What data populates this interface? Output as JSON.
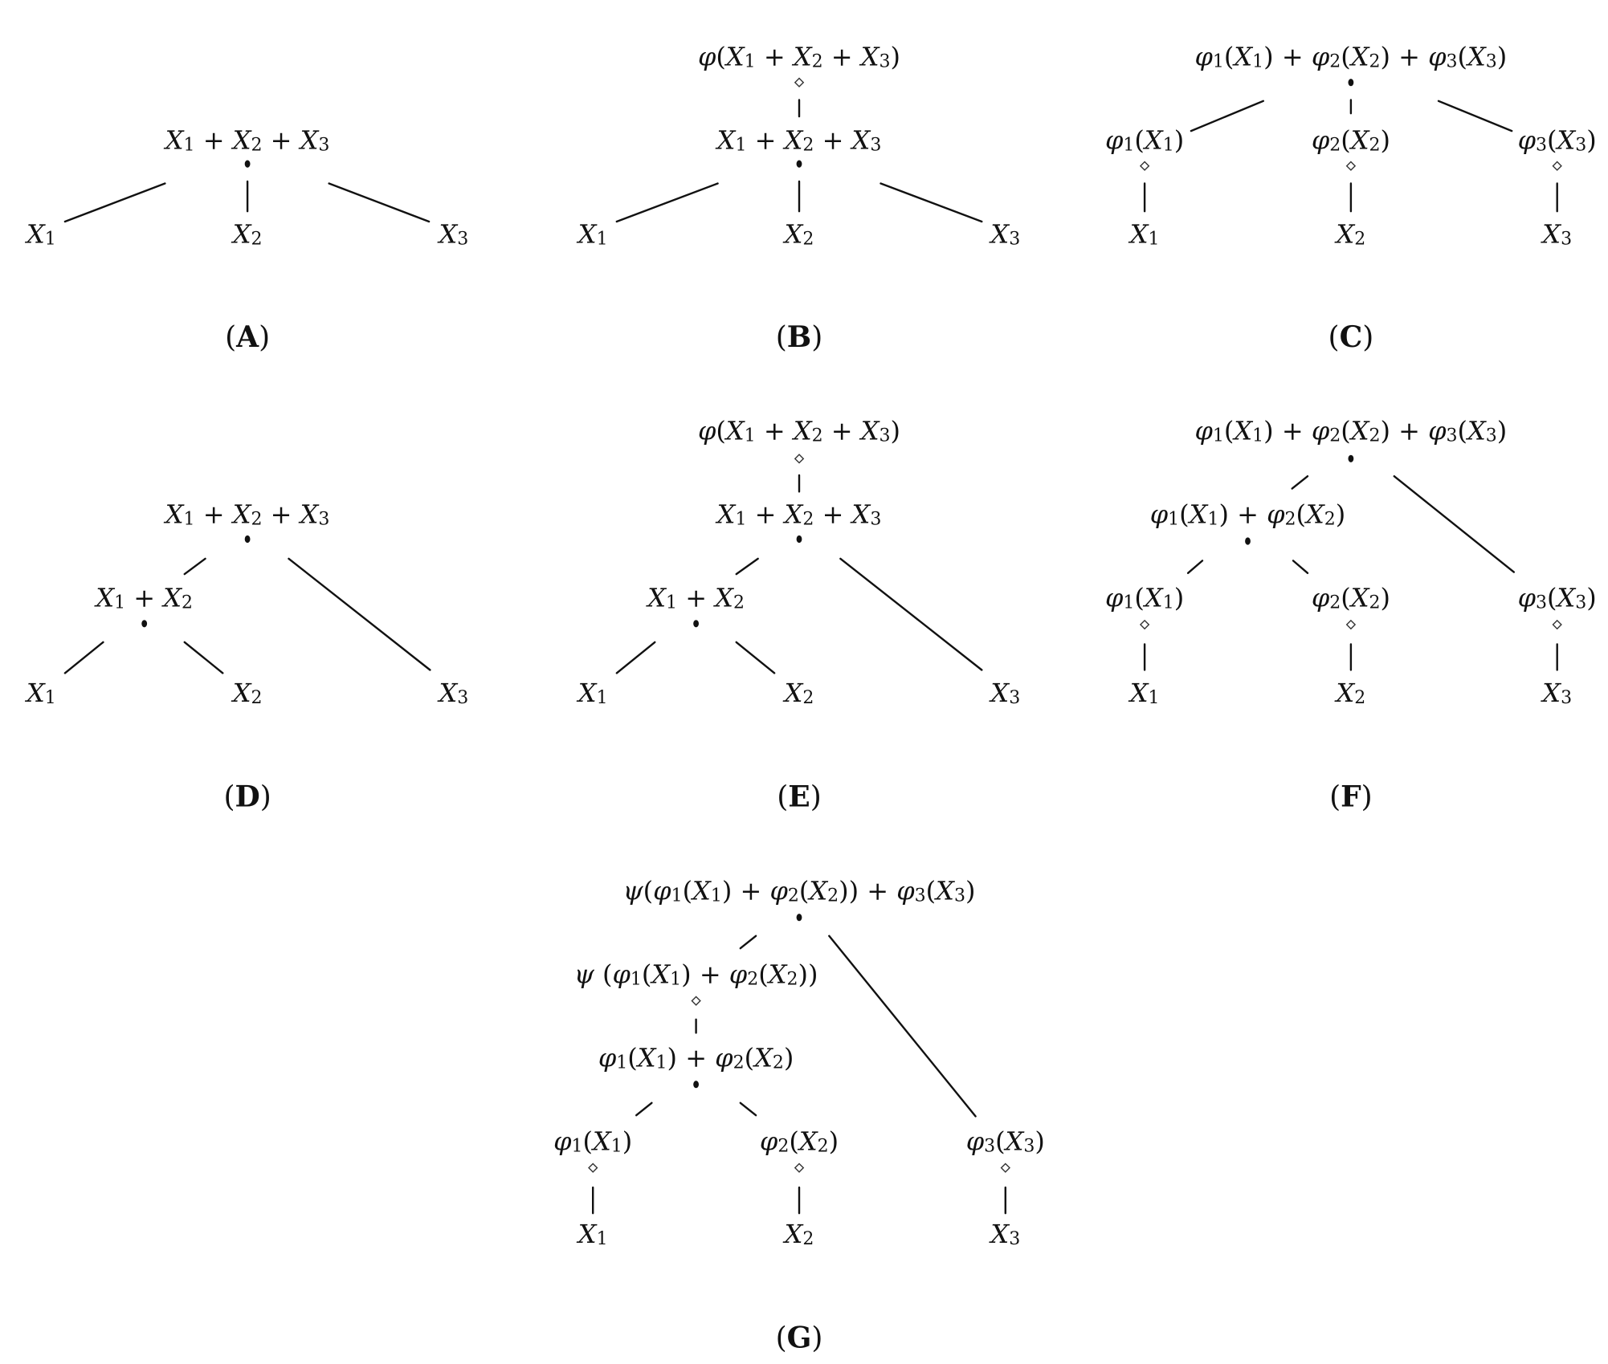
{
  "panels": [
    {
      "label": "A",
      "nodes": [
        {
          "id": "s",
          "text": "X_1 + X_2 + X_3",
          "marker": "sum"
        },
        {
          "id": "x1",
          "text": "X_1",
          "marker": "none"
        },
        {
          "id": "x2",
          "text": "X_2",
          "marker": "none"
        },
        {
          "id": "x3",
          "text": "X_3",
          "marker": "none"
        }
      ],
      "edges": [
        [
          "s",
          "x1"
        ],
        [
          "s",
          "x2"
        ],
        [
          "s",
          "x3"
        ]
      ]
    },
    {
      "label": "B",
      "nodes": [
        {
          "id": "f",
          "text": "φ(X_1 + X_2 + X_3)",
          "marker": "function"
        },
        {
          "id": "s",
          "text": "X_1 + X_2 + X_3",
          "marker": "sum"
        },
        {
          "id": "x1",
          "text": "X_1",
          "marker": "none"
        },
        {
          "id": "x2",
          "text": "X_2",
          "marker": "none"
        },
        {
          "id": "x3",
          "text": "X_3",
          "marker": "none"
        }
      ],
      "edges": [
        [
          "f",
          "s"
        ],
        [
          "s",
          "x1"
        ],
        [
          "s",
          "x2"
        ],
        [
          "s",
          "x3"
        ]
      ]
    },
    {
      "label": "C",
      "nodes": [
        {
          "id": "s",
          "text": "φ_1(X_1) + φ_2(X_2) + φ_3(X_3)",
          "marker": "sum"
        },
        {
          "id": "f1",
          "text": "φ_1(X_1)",
          "marker": "function"
        },
        {
          "id": "f2",
          "text": "φ_2(X_2)",
          "marker": "function"
        },
        {
          "id": "f3",
          "text": "φ_3(X_3)",
          "marker": "function"
        },
        {
          "id": "x1",
          "text": "X_1",
          "marker": "none"
        },
        {
          "id": "x2",
          "text": "X_2",
          "marker": "none"
        },
        {
          "id": "x3",
          "text": "X_3",
          "marker": "none"
        }
      ],
      "edges": [
        [
          "s",
          "f1"
        ],
        [
          "s",
          "f2"
        ],
        [
          "s",
          "f3"
        ],
        [
          "f1",
          "x1"
        ],
        [
          "f2",
          "x2"
        ],
        [
          "f3",
          "x3"
        ]
      ]
    },
    {
      "label": "D",
      "nodes": [
        {
          "id": "s",
          "text": "X_1 + X_2 + X_3",
          "marker": "sum"
        },
        {
          "id": "s12",
          "text": "X_1 + X_2",
          "marker": "sum"
        },
        {
          "id": "x1",
          "text": "X_1",
          "marker": "none"
        },
        {
          "id": "x2",
          "text": "X_2",
          "marker": "none"
        },
        {
          "id": "x3",
          "text": "X_3",
          "marker": "none"
        }
      ],
      "edges": [
        [
          "s",
          "s12"
        ],
        [
          "s",
          "x3"
        ],
        [
          "s12",
          "x1"
        ],
        [
          "s12",
          "x2"
        ]
      ]
    },
    {
      "label": "E",
      "nodes": [
        {
          "id": "f",
          "text": "φ(X_1 + X_2 + X_3)",
          "marker": "function"
        },
        {
          "id": "s",
          "text": "X_1 + X_2 + X_3",
          "marker": "sum"
        },
        {
          "id": "s12",
          "text": "X_1 + X_2",
          "marker": "sum"
        },
        {
          "id": "x1",
          "text": "X_1",
          "marker": "none"
        },
        {
          "id": "x2",
          "text": "X_2",
          "marker": "none"
        },
        {
          "id": "x3",
          "text": "X_3",
          "marker": "none"
        }
      ],
      "edges": [
        [
          "f",
          "s"
        ],
        [
          "s",
          "s12"
        ],
        [
          "s",
          "x3"
        ],
        [
          "s12",
          "x1"
        ],
        [
          "s12",
          "x2"
        ]
      ]
    },
    {
      "label": "F",
      "nodes": [
        {
          "id": "s",
          "text": "φ_1(X_1) + φ_2(X_2) + φ_3(X_3)",
          "marker": "sum"
        },
        {
          "id": "s12",
          "text": "φ_1(X_1) + φ_2(X_2)",
          "marker": "sum"
        },
        {
          "id": "f1",
          "text": "φ_1(X_1)",
          "marker": "function"
        },
        {
          "id": "f2",
          "text": "φ_2(X_2)",
          "marker": "function"
        },
        {
          "id": "f3",
          "text": "φ_3(X_3)",
          "marker": "function"
        },
        {
          "id": "x1",
          "text": "X_1",
          "marker": "none"
        },
        {
          "id": "x2",
          "text": "X_2",
          "marker": "none"
        },
        {
          "id": "x3",
          "text": "X_3",
          "marker": "none"
        }
      ],
      "edges": [
        [
          "s",
          "s12"
        ],
        [
          "s",
          "f3"
        ],
        [
          "s12",
          "f1"
        ],
        [
          "s12",
          "f2"
        ],
        [
          "f1",
          "x1"
        ],
        [
          "f2",
          "x2"
        ],
        [
          "f3",
          "x3"
        ]
      ]
    },
    {
      "label": "G",
      "nodes": [
        {
          "id": "s",
          "text": "ψ(φ_1(X_1) + φ_2(X_2)) + φ_3(X_3)",
          "marker": "sum"
        },
        {
          "id": "psi",
          "text": "ψ (φ_1(X_1) + φ_2(X_2))",
          "marker": "function"
        },
        {
          "id": "s12",
          "text": "φ_1(X_1) + φ_2(X_2)",
          "marker": "sum"
        },
        {
          "id": "f1",
          "text": "φ_1(X_1)",
          "marker": "function"
        },
        {
          "id": "f2",
          "text": "φ_2(X_2)",
          "marker": "function"
        },
        {
          "id": "f3",
          "text": "φ_3(X_3)",
          "marker": "function"
        },
        {
          "id": "x1",
          "text": "X_1",
          "marker": "none"
        },
        {
          "id": "x2",
          "text": "X_2",
          "marker": "none"
        },
        {
          "id": "x3",
          "text": "X_3",
          "marker": "none"
        }
      ],
      "edges": [
        [
          "s",
          "psi"
        ],
        [
          "s",
          "f3"
        ],
        [
          "psi",
          "s12"
        ],
        [
          "s12",
          "f1"
        ],
        [
          "s12",
          "f2"
        ],
        [
          "f1",
          "x1"
        ],
        [
          "f2",
          "x2"
        ],
        [
          "f3",
          "x3"
        ]
      ]
    }
  ]
}
